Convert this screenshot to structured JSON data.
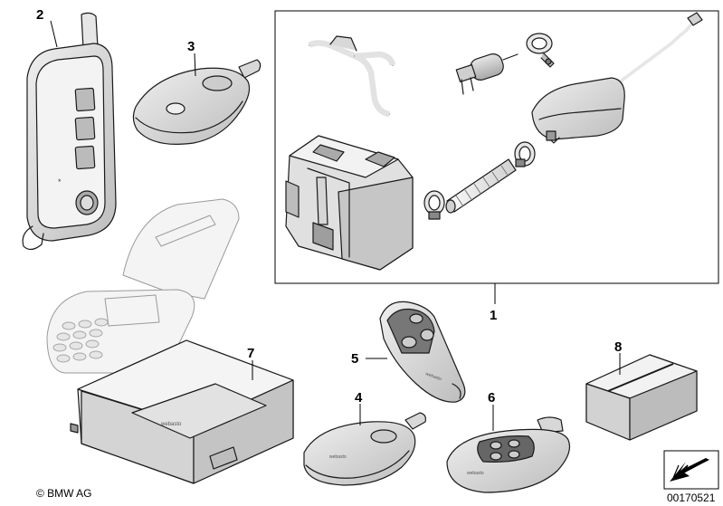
{
  "callouts": {
    "c1": "1",
    "c2": "2",
    "c3": "3",
    "c4": "4",
    "c5": "5",
    "c6": "6",
    "c7": "7",
    "c8": "8"
  },
  "footer": {
    "copyright": "© BMW AG",
    "diagram_number": "00170521"
  },
  "icons": {
    "nav_arrow": "arrow-down-left-icon"
  }
}
